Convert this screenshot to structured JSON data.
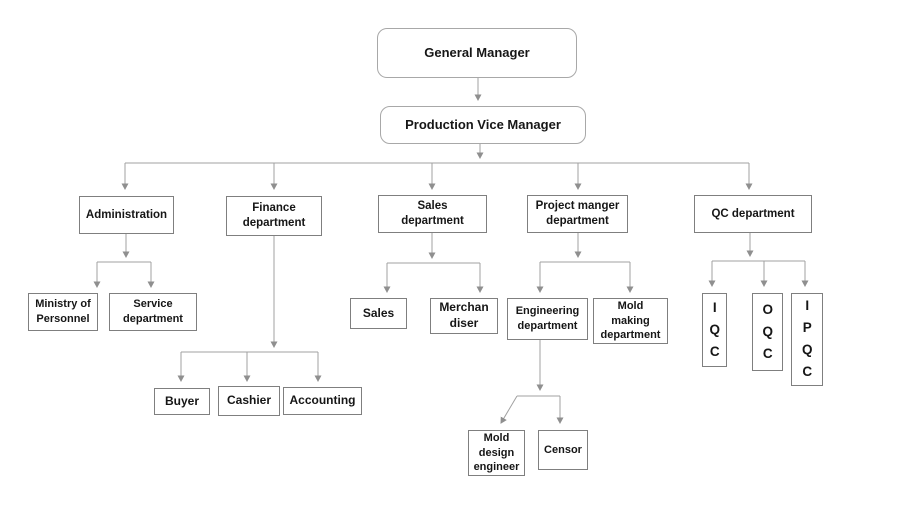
{
  "diagram": {
    "type": "organization-chart",
    "colors": {
      "background": "#ffffff",
      "line": "#a0a0a0",
      "arrowhead": "#8f8f8f",
      "box_border": "#7f7f7f",
      "rounded_box_border": "#a8a8a8",
      "text": "#161616"
    },
    "nodes": {
      "general_manager": "General Manager",
      "production_vice_manager": "Production Vice Manager",
      "administration": "Administration",
      "finance_department": "Finance\ndepartment",
      "sales_department": "Sales\ndepartment",
      "project_manger_department": "Project manger\ndepartment",
      "qc_department": "QC department",
      "ministry_of_personnel": "Ministry of\nPersonnel",
      "service_department": "Service\ndepartment",
      "buyer": "Buyer",
      "cashier": "Cashier",
      "accounting": "Accounting",
      "sales": "Sales",
      "merchandiser": "Merchan\ndiser",
      "engineering_department": "Engineering\ndepartment",
      "mold_making_department": "Mold\nmaking\ndepartment",
      "mold_design_engineer": "Mold\ndesign\nengineer",
      "censor": "Censor",
      "iqc": "IQC",
      "oqc": "OQC",
      "ipqc": "IPQC"
    },
    "edges": [
      [
        "general_manager",
        "production_vice_manager"
      ],
      [
        "production_vice_manager",
        "administration"
      ],
      [
        "production_vice_manager",
        "finance_department"
      ],
      [
        "production_vice_manager",
        "sales_department"
      ],
      [
        "production_vice_manager",
        "project_manger_department"
      ],
      [
        "production_vice_manager",
        "qc_department"
      ],
      [
        "administration",
        "ministry_of_personnel"
      ],
      [
        "administration",
        "service_department"
      ],
      [
        "finance_department",
        "buyer"
      ],
      [
        "finance_department",
        "cashier"
      ],
      [
        "finance_department",
        "accounting"
      ],
      [
        "sales_department",
        "sales"
      ],
      [
        "sales_department",
        "merchandiser"
      ],
      [
        "project_manger_department",
        "engineering_department"
      ],
      [
        "project_manger_department",
        "mold_making_department"
      ],
      [
        "engineering_department",
        "mold_design_engineer"
      ],
      [
        "engineering_department",
        "censor"
      ],
      [
        "qc_department",
        "iqc"
      ],
      [
        "qc_department",
        "oqc"
      ],
      [
        "qc_department",
        "ipqc"
      ]
    ]
  }
}
